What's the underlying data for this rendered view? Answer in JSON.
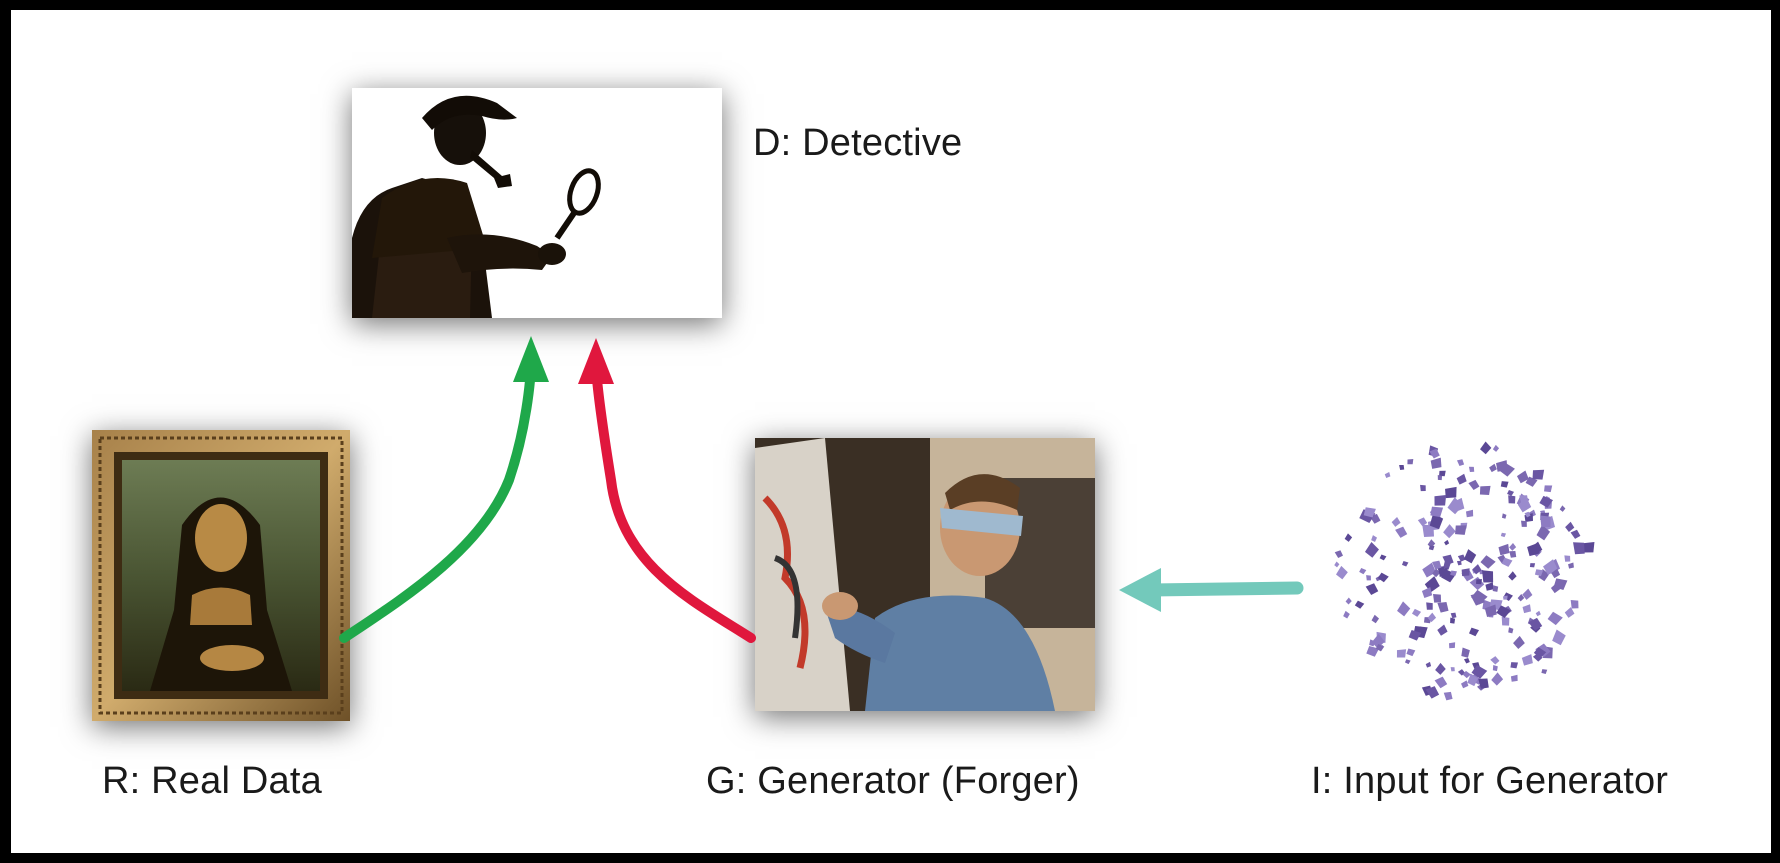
{
  "nodes": {
    "detective": {
      "label": "D: Detective",
      "image": "detective-silhouette"
    },
    "real_data": {
      "label": "R: Real Data",
      "image": "mona-lisa-painting"
    },
    "generator": {
      "label": "G: Generator (Forger)",
      "image": "blindfolded-painter"
    },
    "input": {
      "label": "I: Input for Generator",
      "image": "noise-particles"
    }
  },
  "edges": [
    {
      "from": "real_data",
      "to": "detective",
      "color": "#1fa84a"
    },
    {
      "from": "generator",
      "to": "detective",
      "color": "#e0173d"
    },
    {
      "from": "input",
      "to": "generator",
      "color": "#73c9bb"
    }
  ]
}
